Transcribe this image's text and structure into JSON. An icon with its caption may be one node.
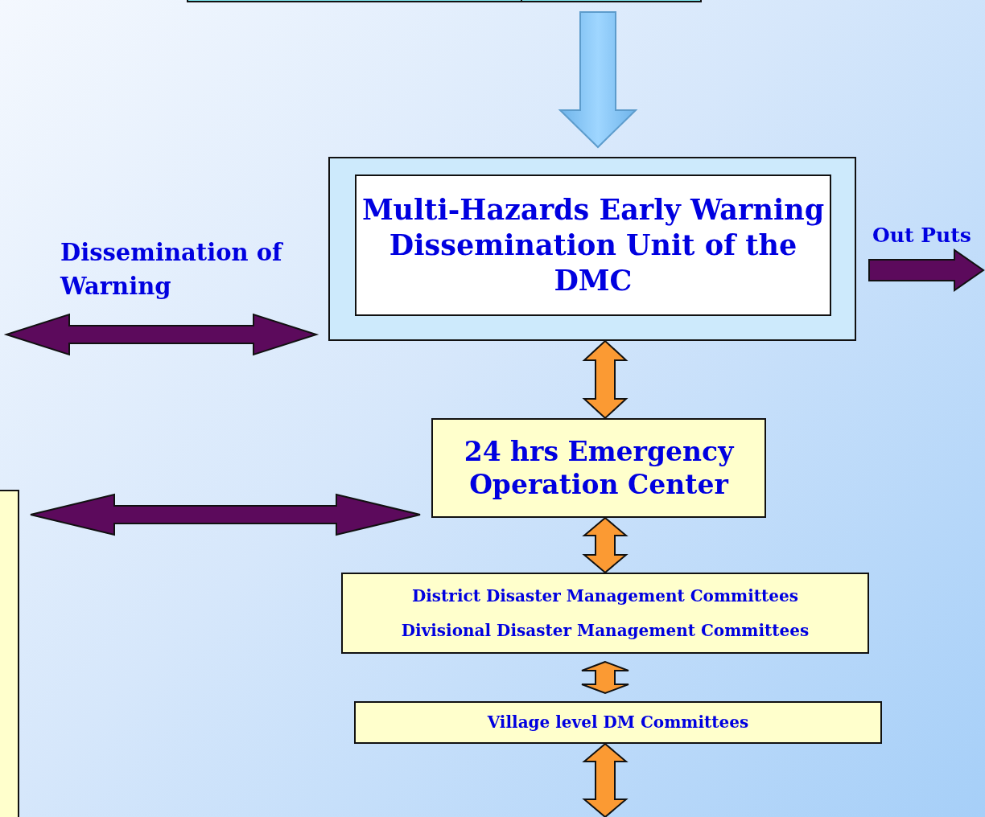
{
  "diagram": {
    "nodes": [
      {
        "text": [],
        "shape": "box"
      },
      {
        "text": [],
        "shape": "box"
      },
      {
        "text": [],
        "shape": "box"
      },
      {
        "text": [
          "Multi-Hazards Early Warning Dissemination Unit of  the DMC"
        ],
        "in": 2
      },
      {
        "text": [
          "24 hrs Emergency Operation Center"
        ]
      },
      {
        "text": [],
        "shape": "box"
      },
      {
        "text": [
          "District Disaster Management Committees",
          "Divisional Disaster Management Committees"
        ]
      },
      {
        "text": [
          "Village level DM Committees"
        ]
      }
    ],
    "edges": [
      {
        "from": 1,
        "to": 2,
        "arrow": "to",
        "color": "#8ccbf7"
      },
      {
        "from": null,
        "to": 2,
        "arrow": "both",
        "color": "#5c0a5c"
      },
      {
        "from": 2,
        "to": null,
        "arrow": "to",
        "label": "Out Puts",
        "color": "#5c0a5c"
      },
      {
        "from": 2,
        "to": 4,
        "arrow": "both"
      },
      {
        "from": 5,
        "to": 4,
        "arrow": "both",
        "color": "#5c0a5c"
      },
      {
        "from": 4,
        "to": 6,
        "arrow": "both"
      },
      {
        "from": 6,
        "to": 7,
        "arrow": "both"
      },
      {
        "from": 7,
        "to": null,
        "arrow": "both"
      }
    ],
    "labels": [
      "Dissemination of Warning"
    ]
  }
}
